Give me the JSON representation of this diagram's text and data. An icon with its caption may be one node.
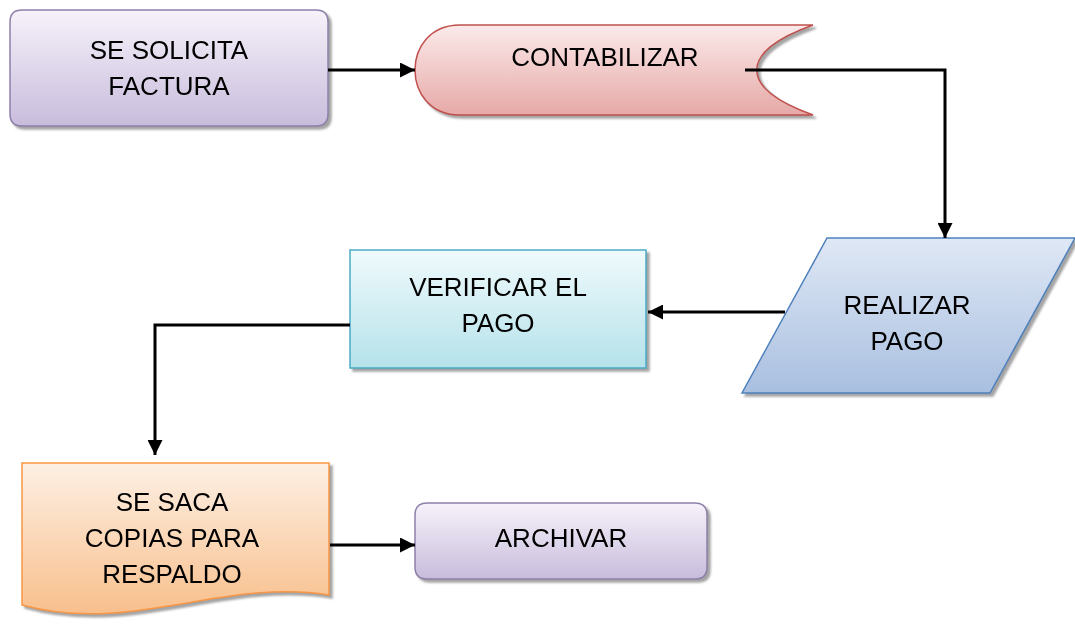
{
  "diagram": {
    "nodes": [
      {
        "text": [
          "SE SOLICITA FACTURA"
        ]
      },
      {
        "text": [
          "CONTABILIZAR"
        ]
      },
      {
        "text": [
          "REALIZAR PAGO"
        ]
      },
      {
        "text": [
          "VERIFICAR EL PAGO"
        ]
      },
      {
        "text": [
          "SE SACA COPIAS PARA RESPALDO"
        ]
      },
      {
        "text": [
          "ARCHIVAR"
        ]
      }
    ],
    "edges": [
      {
        "from": 0,
        "to": 1,
        "arrow": "to"
      },
      {
        "from": 1,
        "to": 2,
        "arrow": "to"
      },
      {
        "from": 2,
        "to": 3,
        "arrow": "to"
      },
      {
        "from": 3,
        "to": 4,
        "arrow": "to"
      },
      {
        "from": 4,
        "to": 5,
        "arrow": "to"
      }
    ]
  }
}
